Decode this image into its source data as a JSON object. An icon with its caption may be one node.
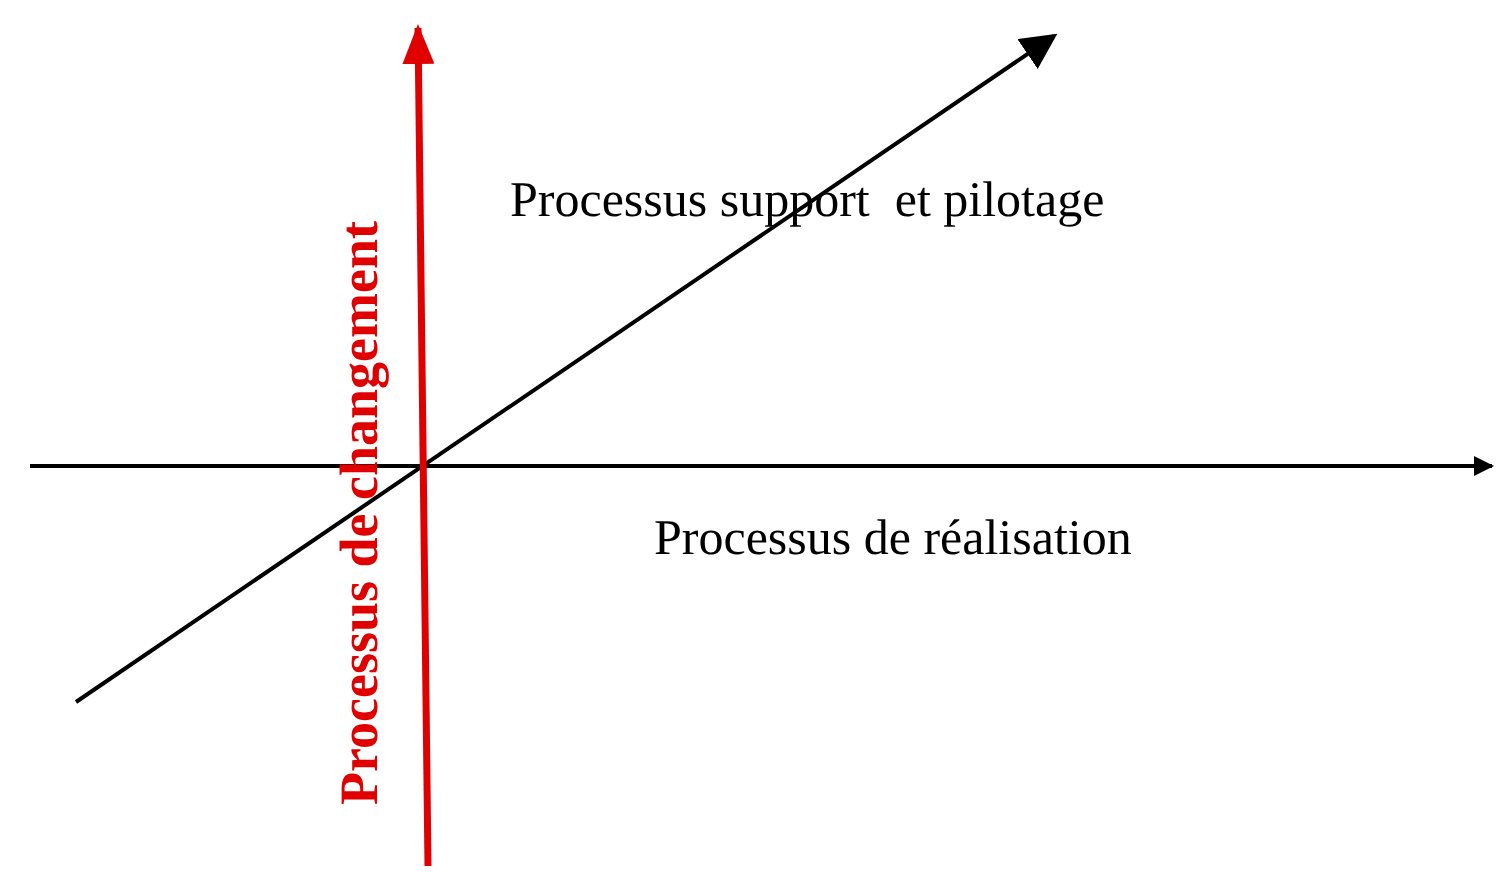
{
  "diagram": {
    "labels": [
      "Processus de changement",
      "Processus support  et pilotage",
      "Processus de réalisation"
    ]
  }
}
